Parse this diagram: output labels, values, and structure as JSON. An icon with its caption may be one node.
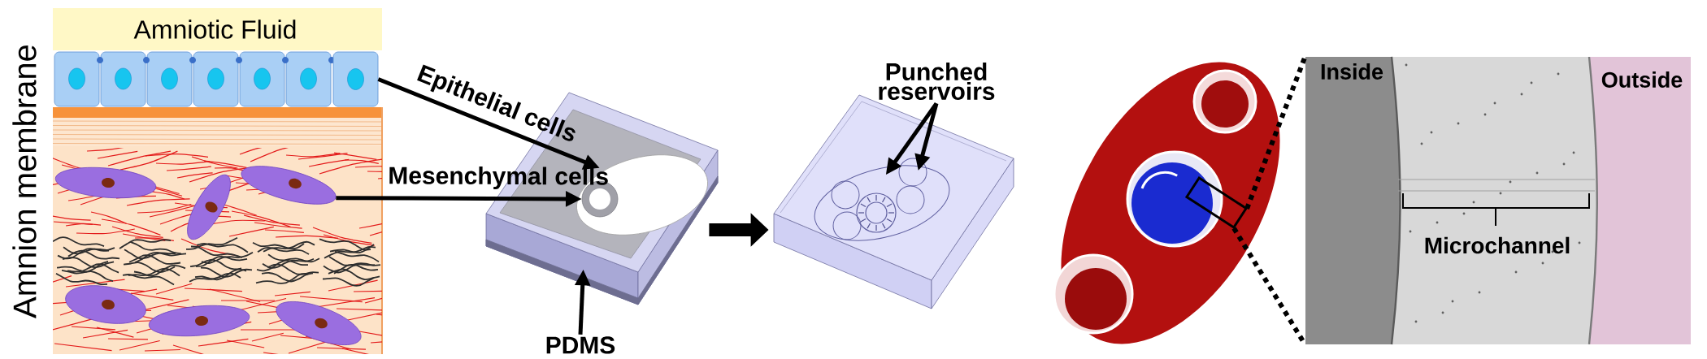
{
  "diagram": {
    "nodes": [
      {
        "text": [
          "Amniotic Fluid"
        ],
        "beside": [
          "Amnion membrane"
        ]
      },
      {
        "text": [],
        "shape": "box",
        "in": 0
      },
      {
        "text": [],
        "shape": "ellipse",
        "in": 0
      },
      {
        "text": [],
        "shape": "picture"
      },
      {
        "text": [],
        "shape": "ellipse",
        "in": 3
      },
      {
        "text": [
          "PDMS"
        ]
      },
      {
        "text": [],
        "shape": "picture"
      },
      {
        "text": [
          "Punched reservoirs"
        ]
      },
      {
        "text": [],
        "shape": "picture"
      },
      {
        "text": [],
        "shape": "box",
        "in": 8
      },
      {
        "text": [
          "Inside",
          "Outside"
        ]
      }
    ],
    "edges": [
      {
        "from": 1,
        "to": 4,
        "arrow": "to",
        "label": "Epithelial cells"
      },
      {
        "from": 2,
        "to": 4,
        "arrow": "to",
        "label": "Mesenchymal cells"
      },
      {
        "from": 5,
        "to": 3,
        "arrow": "to"
      },
      {
        "from": 3,
        "to": 6,
        "arrow": "to",
        "style": "thick"
      },
      {
        "from": 7,
        "to": 6,
        "arrow": "to"
      },
      {
        "from": 7,
        "to": 6,
        "arrow": "to"
      },
      {
        "from": 9,
        "to": 10,
        "arrow": "none",
        "style": "dashed"
      },
      {
        "from": 9,
        "to": 10,
        "arrow": "none",
        "style": "dashed"
      }
    ],
    "labels": [
      "Microchannel"
    ]
  }
}
